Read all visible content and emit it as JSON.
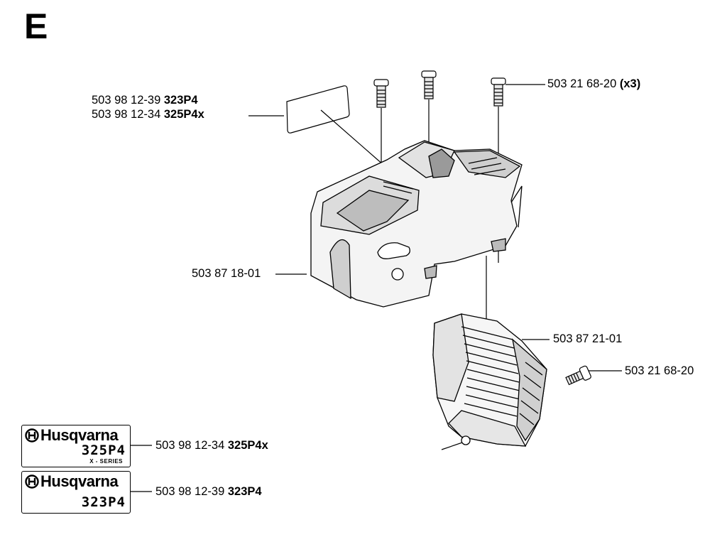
{
  "section_letter": "E",
  "callouts": {
    "label_323": {
      "part": "503 98 12-39",
      "model": "323P4"
    },
    "label_325": {
      "part": "503 98 12-34",
      "model": "325P4x"
    },
    "screw_top": {
      "part": "503 21 68-20",
      "qty": "(x3)"
    },
    "cover": {
      "part": "503 87 18-01"
    },
    "cylinder_cover": {
      "part": "503 87 21-01"
    },
    "screw_side": {
      "part": "503 21 68-20"
    },
    "decal_325": {
      "part": "503 98 12-34",
      "model": "325P4x"
    },
    "decal_323": {
      "part": "503 98 12-39",
      "model": "323P4"
    }
  },
  "decals": {
    "d325": {
      "brand": "Husqvarna",
      "model": "325P4",
      "series": "X - SERIES"
    },
    "d323": {
      "brand": "Husqvarna",
      "model": "323P4"
    }
  },
  "colors": {
    "ink": "#000000",
    "paper": "#ffffff",
    "shade": "#dcdcdc"
  },
  "icons": {
    "logo": "husqvarna-crown-icon"
  }
}
